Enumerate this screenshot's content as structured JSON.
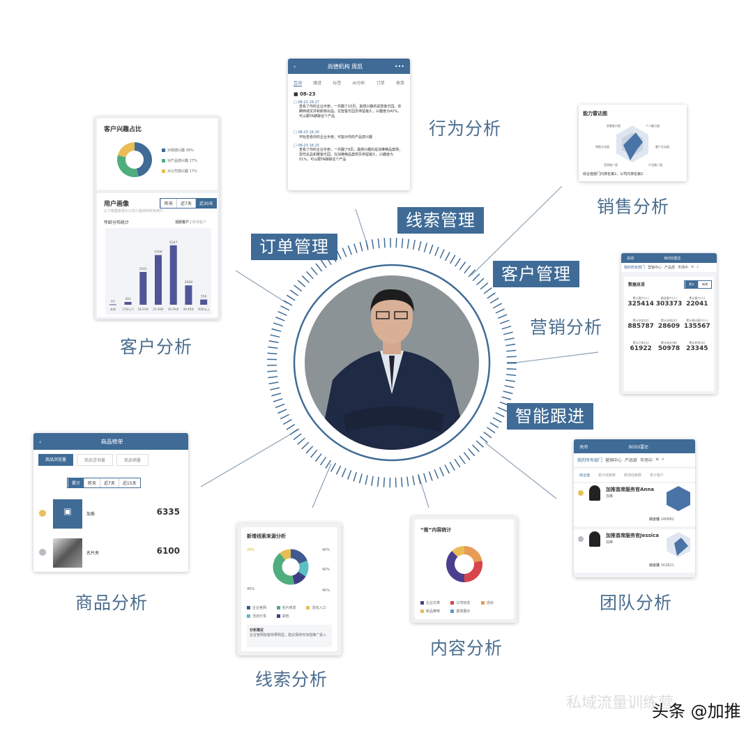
{
  "tags": {
    "order": "订单管理",
    "leads": "线索管理",
    "customer": "客户管理",
    "followup": "智能跟进"
  },
  "titles": {
    "behavior": "行为分析",
    "sales": "销售分析",
    "customer": "客户分析",
    "marketing": "营销分析",
    "product": "商品分析",
    "team": "团队分析",
    "content": "内容分析",
    "leads": "线索分析"
  },
  "colors": {
    "accent": "#3f6b96",
    "title": "#4a6d8e",
    "bar": "#4f5596"
  },
  "interest": {
    "title": "客户兴趣占比",
    "items": [
      {
        "label": "对我感兴趣 38%",
        "color": "#3f6b96"
      },
      {
        "label": "对产品感兴趣 27%",
        "color": "#4fae7d"
      },
      {
        "label": "对公司感兴趣 17%",
        "color": "#e8bd55"
      }
    ]
  },
  "portrait": {
    "title": "用户画像",
    "subtitle": "以下数据来源为公司小程序的所有用户",
    "tabs": [
      "昨天",
      "近7天",
      "近30天"
    ],
    "chart_title": "年龄分布统计",
    "filter_active": "活跃客户",
    "filter_other": "新增客户"
  },
  "behavior": {
    "header": "尚德机构 周凯",
    "more": "•••",
    "tabs": [
      "互动",
      "跟进",
      "标签",
      "AI分析",
      "订单",
      "表单"
    ],
    "date": "08-23",
    "events": [
      {
        "time": "08-23 16:17",
        "text": "查看了你的企业手册，一共翻了10页，最感兴趣的是智客乐园，京腾西城龙井和斯菲出品。在智客乐园页停留最久，兴趣度为42%，可以跟TA聊聊这个产品"
      },
      {
        "time": "08-23 16:16",
        "text": "开始查看你的企业手册，可能对你的产品感兴趣"
      },
      {
        "time": "08-23 16:15",
        "text": "查看了你的企业手册，一共翻了8页，最感兴趣的是加推精品案例，雷司总品和雅客乐园。在加推精品案例页停留最久，兴趣度为51%，可以跟TA聊聊这个产品"
      }
    ]
  },
  "radar": {
    "title": "能力雷达图",
    "axes": [
      "获客能力值",
      "个人魅力值",
      "客户互动值",
      "产品推广值",
      "官网推广值",
      "销售主动值"
    ],
    "footer": "综合值部门内排名第2，公司内排名第2"
  },
  "marketing": {
    "back": "关闭",
    "header": "BOSS雷达",
    "nav": [
      "我的所有部门",
      "营销中心",
      "产品部",
      "市场中"
    ],
    "section": "数据总览",
    "toggle": [
      "累计",
      "新增"
    ],
    "stats": [
      {
        "label": "累计客户(人)",
        "value": "325414"
      },
      {
        "label": "跟进客户(人)",
        "value": "303373"
      },
      {
        "label": "累计客户(人)",
        "value": "22041"
      },
      {
        "label": "累计浏览(次)",
        "value": "885787"
      },
      {
        "label": "累计咨询(次)",
        "value": "28609"
      },
      {
        "label": "累计意向客户(人)",
        "value": "135567"
      },
      {
        "label": "累计订单(元)",
        "value": "61922"
      },
      {
        "label": "累计成交(单)",
        "value": "50978"
      },
      {
        "label": "累计转发(次)",
        "value": "23345"
      }
    ]
  },
  "product": {
    "header": "商品榜单",
    "back": "‹",
    "tabs": [
      "商品浏览量",
      "商品咨询量",
      "商品销量"
    ],
    "ranges": [
      "累计",
      "昨天",
      "近7天",
      "近15天"
    ],
    "items": [
      {
        "name": "加推",
        "value": "6335",
        "medal": "#e8c15a"
      },
      {
        "name": "名片夹",
        "value": "6100",
        "medal": "#b8bcc4"
      }
    ]
  },
  "leads_card": {
    "title": "新增线索来源分析",
    "pcts": [
      "20%",
      "40%",
      "40%",
      "40%",
      "40%"
    ],
    "legend": [
      {
        "label": "企业官网",
        "color": "#3f5a8e"
      },
      {
        "label": "名片转发",
        "color": "#4fae7d"
      },
      {
        "label": "活动入口",
        "color": "#e8bd55"
      },
      {
        "label": "活动分享",
        "color": "#5bbfc4"
      },
      {
        "label": "其他",
        "color": "#3e3e86"
      }
    ],
    "note_title": "分析建议",
    "note": "企业官网获客效果明显，建议保持并加强推广投入"
  },
  "content_card": {
    "title": "“推”内容统计",
    "legend": [
      {
        "label": "企业文章",
        "color": "#4a3f8e"
      },
      {
        "label": "公司动态",
        "color": "#d6464a"
      },
      {
        "label": "活动",
        "color": "#e89b55"
      },
      {
        "label": "新品推荐",
        "color": "#e8bd55"
      },
      {
        "label": "案例展示",
        "color": "#5b9ac4"
      }
    ]
  },
  "team": {
    "back": "关闭",
    "header": "BOSS雷达",
    "nav": [
      "我的所有部门",
      "营销中心",
      "产品部",
      "市场中"
    ],
    "sorts": [
      "综合值",
      "累计线索数",
      "新增线索数",
      "累计客户"
    ],
    "members": [
      {
        "name": "加推首席服务官Anna",
        "org": "加推",
        "score_label": "综合值",
        "score": "240882",
        "medal": "#e8c15a"
      },
      {
        "name": "加推首席服务官Jessica",
        "org": "加推",
        "score_label": "综合值",
        "score": "162821",
        "medal": "#b8bcc4"
      }
    ]
  },
  "watermark": {
    "wechat": "私域流量训练营",
    "toutiao": "头条 @加推"
  },
  "chart_data": [
    {
      "type": "bar",
      "title": "年龄分布统计",
      "categories": [
        "未知",
        "17岁以下",
        "18-24岁",
        "25-29岁",
        "30-39岁",
        "40-49岁",
        "50岁以上"
      ],
      "values": [
        43,
        301,
        3501,
        5308,
        6347,
        2068,
        556
      ],
      "ylim": [
        0,
        7000
      ]
    },
    {
      "type": "pie",
      "title": "客户兴趣占比",
      "categories": [
        "对我感兴趣",
        "对产品感兴趣",
        "对公司感兴趣"
      ],
      "values": [
        38,
        27,
        17
      ]
    }
  ]
}
